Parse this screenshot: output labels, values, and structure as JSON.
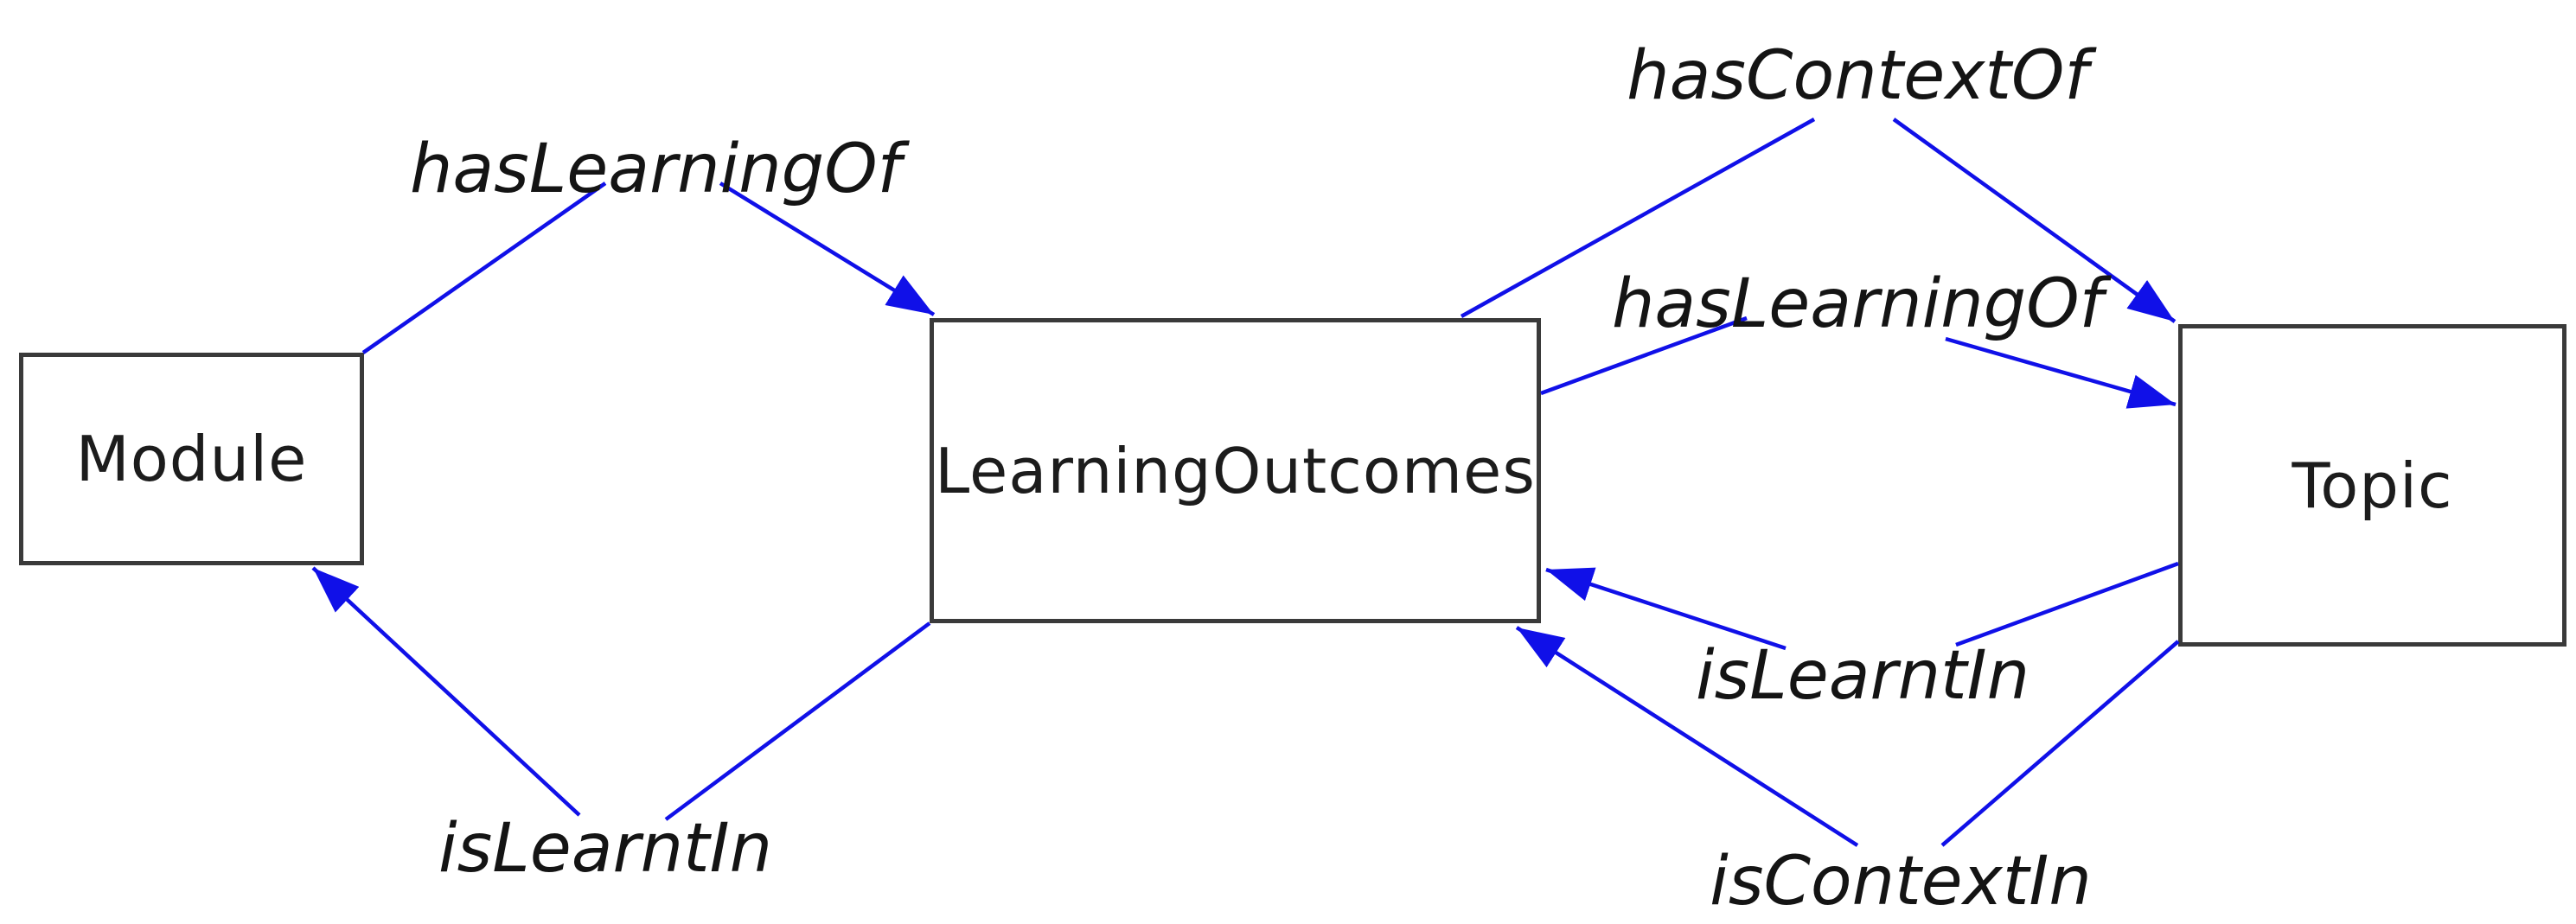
{
  "diagram": {
    "background_color": "#ffffff",
    "colors": {
      "arrow": "#1010e8",
      "box_border": "#3a3a3a",
      "box_fill": "#ffffff",
      "text": "#1c1c1c"
    },
    "nodes": {
      "module": {
        "label": "Module"
      },
      "learning_outcomes": {
        "label": "LearningOutcomes"
      },
      "topic": {
        "label": "Topic"
      }
    },
    "edge_labels": {
      "has_learning_of_left": "hasLearningOf",
      "has_context_of": "hasContextOf",
      "has_learning_of_right": "hasLearningOf",
      "is_learnt_in_right": "isLearntIn",
      "is_context_in": "isContextIn",
      "is_learnt_in_left": "isLearntIn"
    },
    "edges": [
      {
        "label": "hasLearningOf",
        "from": "Module",
        "to": "LearningOutcomes"
      },
      {
        "label": "isLearntIn",
        "from": "LearningOutcomes",
        "to": "Module"
      },
      {
        "label": "hasContextOf",
        "from": "LearningOutcomes",
        "to": "Topic"
      },
      {
        "label": "hasLearningOf",
        "from": "LearningOutcomes",
        "to": "Topic"
      },
      {
        "label": "isLearntIn",
        "from": "Topic",
        "to": "LearningOutcomes"
      },
      {
        "label": "isContextIn",
        "from": "Topic",
        "to": "LearningOutcomes"
      }
    ]
  }
}
